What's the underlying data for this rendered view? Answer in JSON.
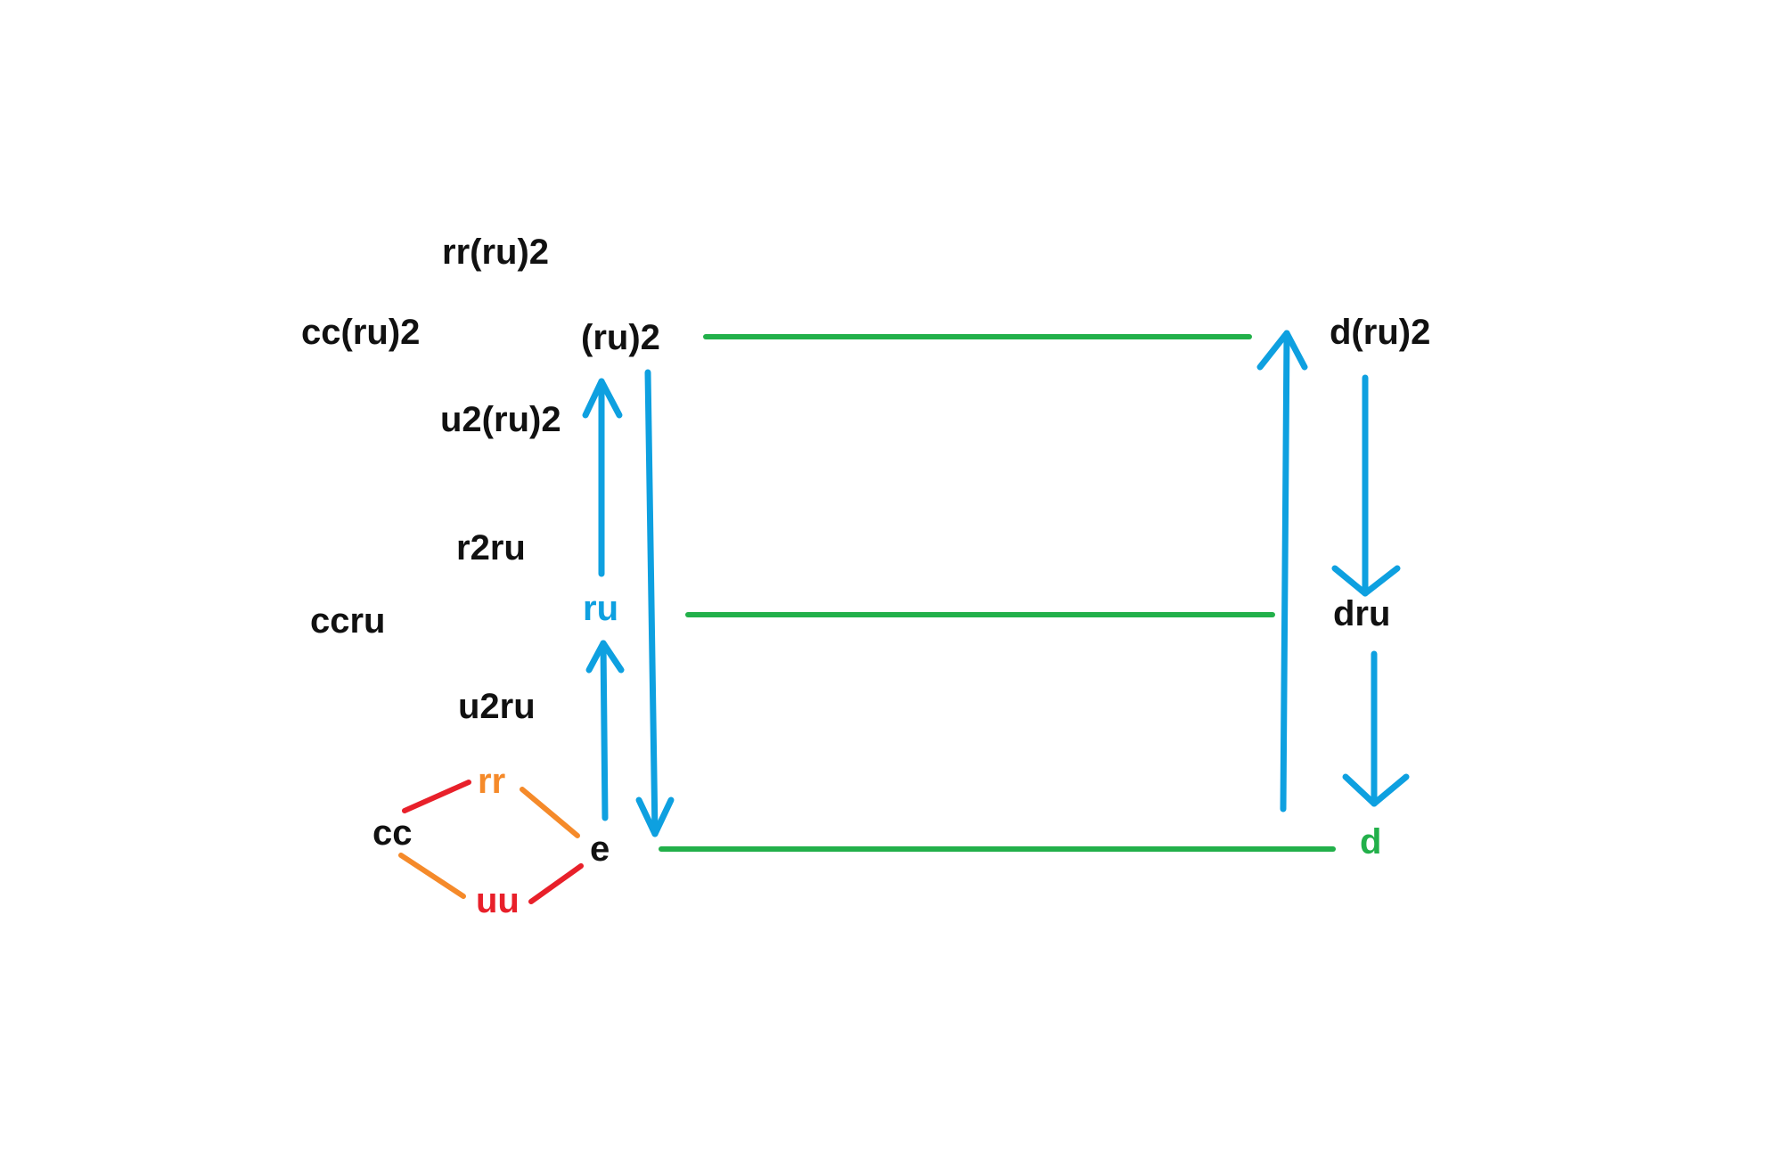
{
  "colors": {
    "black": "#111111",
    "blue": "#0ea0e0",
    "green": "#22b04a",
    "red": "#e8202a",
    "orange": "#f58a2a"
  },
  "nodes": {
    "rr_ru2": "rr(ru)2",
    "cc_ru2": "cc(ru)2",
    "ru2": "(ru)2",
    "d_ru2": "d(ru)2",
    "u2_ru2": "u2(ru)2",
    "r2ru": "r2ru",
    "ccru": "ccru",
    "ru": "ru",
    "dru": "dru",
    "u2ru": "u2ru",
    "rr": "rr",
    "cc": "cc",
    "e": "e",
    "d": "d",
    "uu": "uu"
  }
}
